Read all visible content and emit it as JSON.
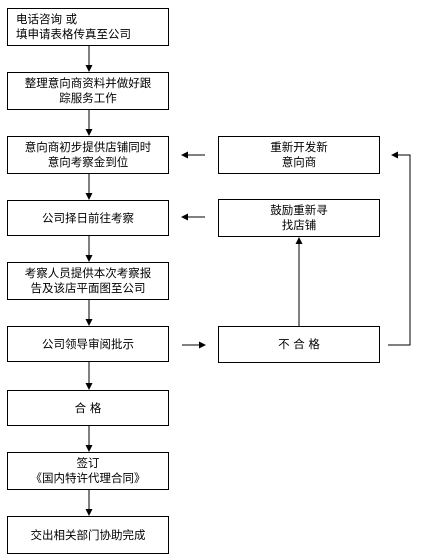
{
  "flowchart": {
    "main_steps": [
      "电话咨询  或\n填申请表格传真至公司",
      "整理意向商资料并做好跟\n踪服务工作",
      "意向商初步提供店铺同时\n意向考察金到位",
      "公司择日前往考察",
      "考察人员提供本次考察报\n告及该店平面图至公司",
      "公司领导审阅批示",
      "合  格",
      "签订\n《国内特许代理合同》",
      "交出相关部门协助完成"
    ],
    "side_steps": {
      "redevelop": "重新开发新\n意向商",
      "encourage": "鼓励重新寻\n找店铺",
      "fail": "不  合  格"
    }
  }
}
